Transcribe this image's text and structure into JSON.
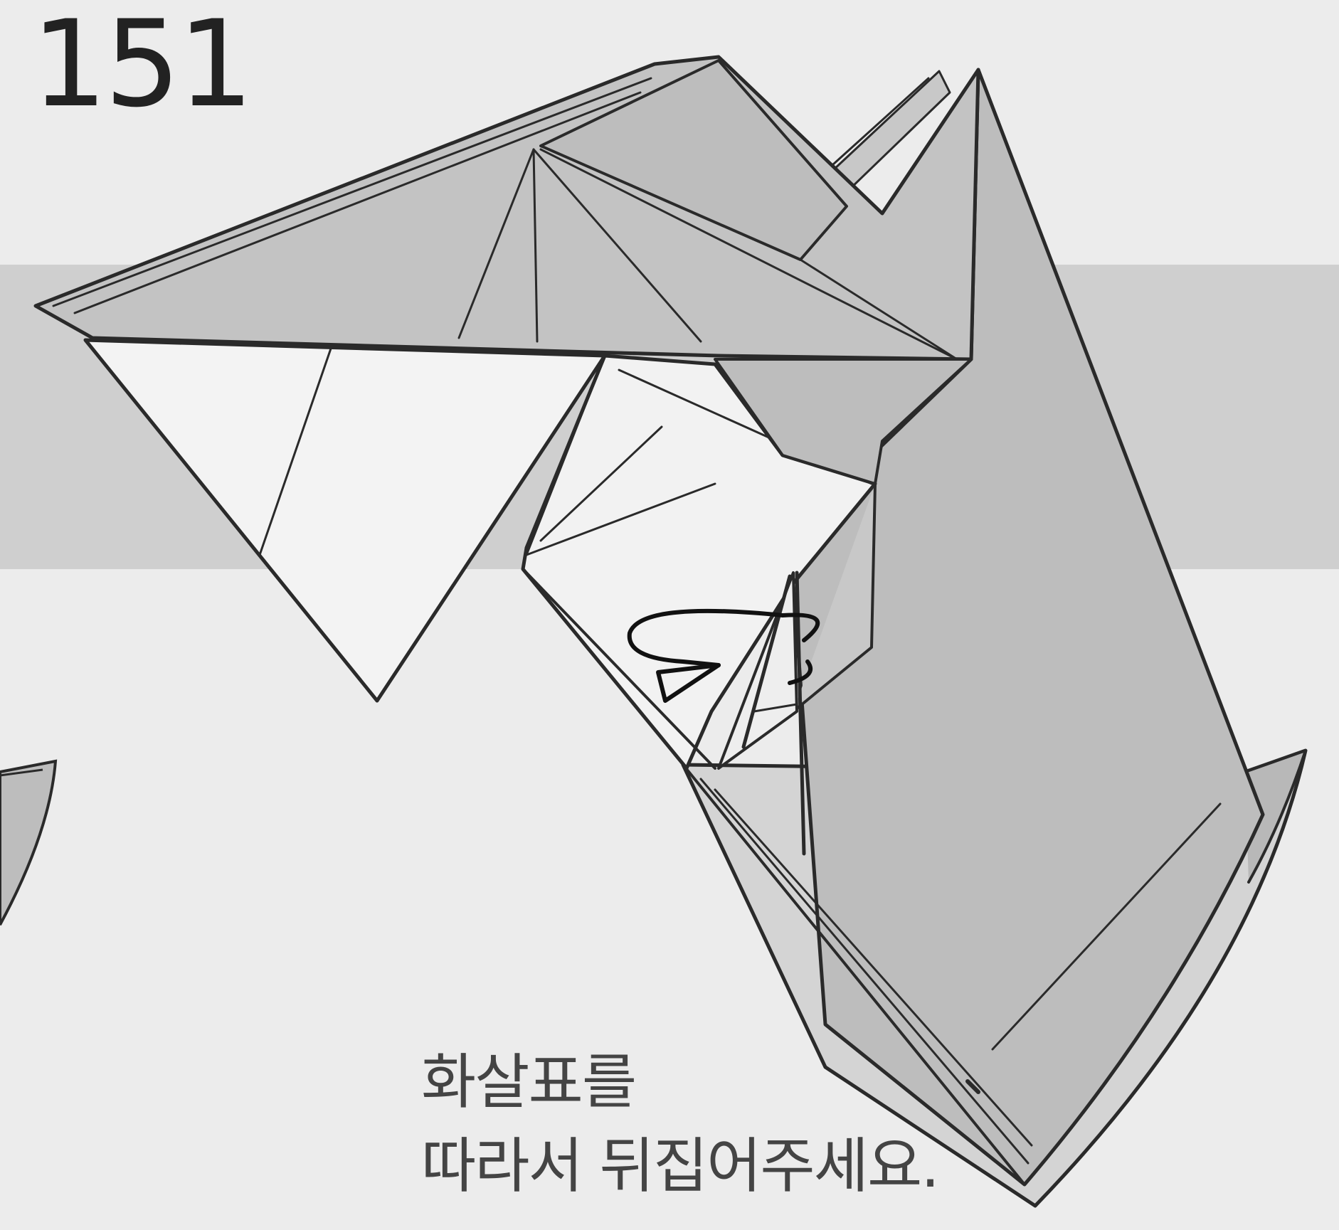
{
  "step": {
    "number": "151",
    "instruction_lines": [
      "화살표를",
      "따라서 뒤집어주세요."
    ]
  },
  "icons": {
    "turn_over": "turn-over-arrow-icon"
  },
  "colors": {
    "background": "#ececec",
    "band": "#cfcfcf",
    "paper_colored": "#bdbdbd",
    "paper_white": "#f2f2f2",
    "line": "#2a2a2a"
  }
}
